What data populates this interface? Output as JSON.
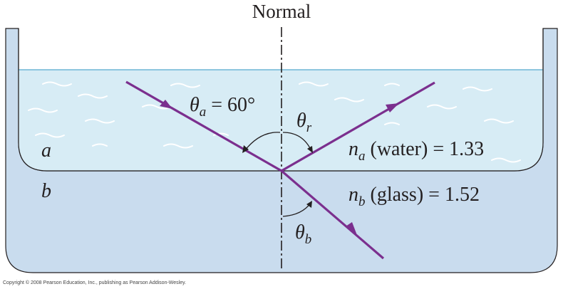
{
  "diagram": {
    "normal_label": "Normal",
    "theta_a_symbol": "θ",
    "theta_a_sub": "a",
    "theta_a_value": " = 60°",
    "theta_r_symbol": "θ",
    "theta_r_sub": "r",
    "theta_b_symbol": "θ",
    "theta_b_sub": "b",
    "medium_a_label": "a",
    "medium_b_label": "b",
    "n_a_symbol": "n",
    "n_a_sub": "a",
    "n_a_text": " (water) = 1.33",
    "n_b_symbol": "n",
    "n_b_sub": "b",
    "n_b_text": " (glass) = 1.52",
    "copyright": "Copyright © 2008 Pearson Education, Inc., publishing as Pearson Addison-Wesley."
  },
  "colors": {
    "ray": "#7b2f8e",
    "water": "#d7ecf5",
    "glass": "#c9dcee",
    "water_surface": "#6fb7d6",
    "outline": "#231f20"
  }
}
